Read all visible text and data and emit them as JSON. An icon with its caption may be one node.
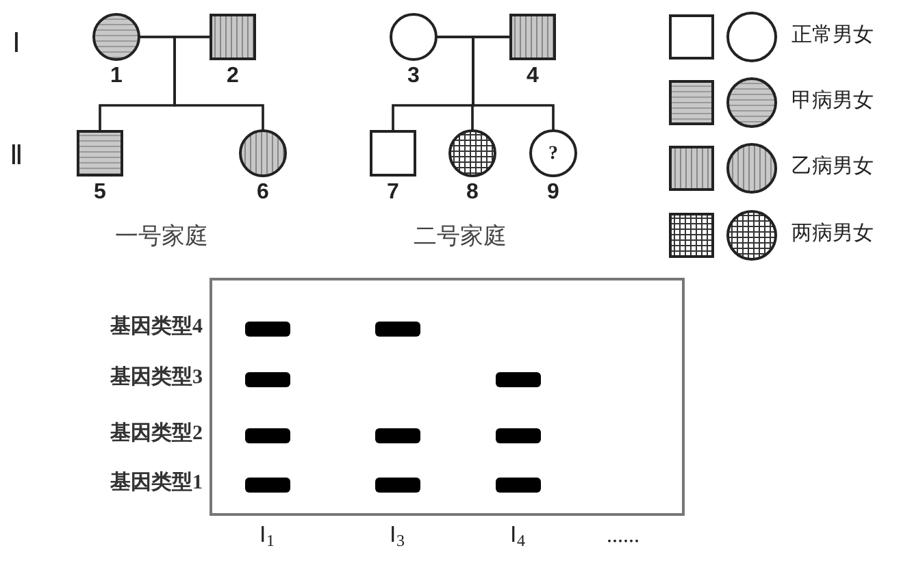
{
  "diagram": {
    "nodes": [
      {
        "text": [],
        "shape": "circle",
        "beside": [
          "1"
        ]
      },
      {
        "text": [],
        "shape": "box",
        "beside": [
          "2"
        ]
      },
      {
        "text": [],
        "shape": "circle",
        "beside": [
          "3"
        ]
      },
      {
        "text": [],
        "shape": "box",
        "beside": [
          "4"
        ]
      },
      {
        "text": [],
        "shape": "box",
        "beside": [
          "5"
        ]
      },
      {
        "text": [],
        "shape": "circle",
        "beside": [
          "6"
        ]
      },
      {
        "text": [],
        "shape": "box",
        "beside": [
          "7"
        ]
      },
      {
        "text": [],
        "shape": "circle",
        "beside": [
          "8"
        ]
      },
      {
        "text": [
          "?"
        ],
        "beside": [
          "9"
        ]
      }
    ],
    "edges": [
      {
        "from": 0,
        "to": 1,
        "arrow": "none"
      },
      {
        "from": 0,
        "to": 4,
        "arrow": "none"
      },
      {
        "from": 1,
        "to": 4,
        "arrow": "none"
      },
      {
        "from": 0,
        "to": 5,
        "arrow": "none"
      },
      {
        "from": 1,
        "to": 5,
        "arrow": "none"
      },
      {
        "from": 2,
        "to": 3,
        "arrow": "none"
      },
      {
        "from": 2,
        "to": 6,
        "arrow": "none"
      },
      {
        "from": 3,
        "to": 6,
        "arrow": "none"
      },
      {
        "from": 2,
        "to": 7,
        "arrow": "none"
      },
      {
        "from": 3,
        "to": 7,
        "arrow": "none"
      },
      {
        "from": 2,
        "to": 8,
        "arrow": "none"
      },
      {
        "from": 3,
        "to": 8,
        "arrow": "none"
      }
    ],
    "labels": [
      "Ⅰ",
      "Ⅱ",
      "一号家庭",
      "二号家庭",
      "基因类型4",
      "基因类型3",
      "基因类型2",
      "基因类型1",
      "Ⅰ$_{1}$",
      "Ⅰ$_{3}$",
      "Ⅰ$_{4}$",
      "......"
    ],
    "legend": [
      {
        "text": "正常男女"
      },
      {
        "text": "甲病男女"
      },
      {
        "text": "乙病男女"
      },
      {
        "text": "两病男女"
      }
    ]
  }
}
